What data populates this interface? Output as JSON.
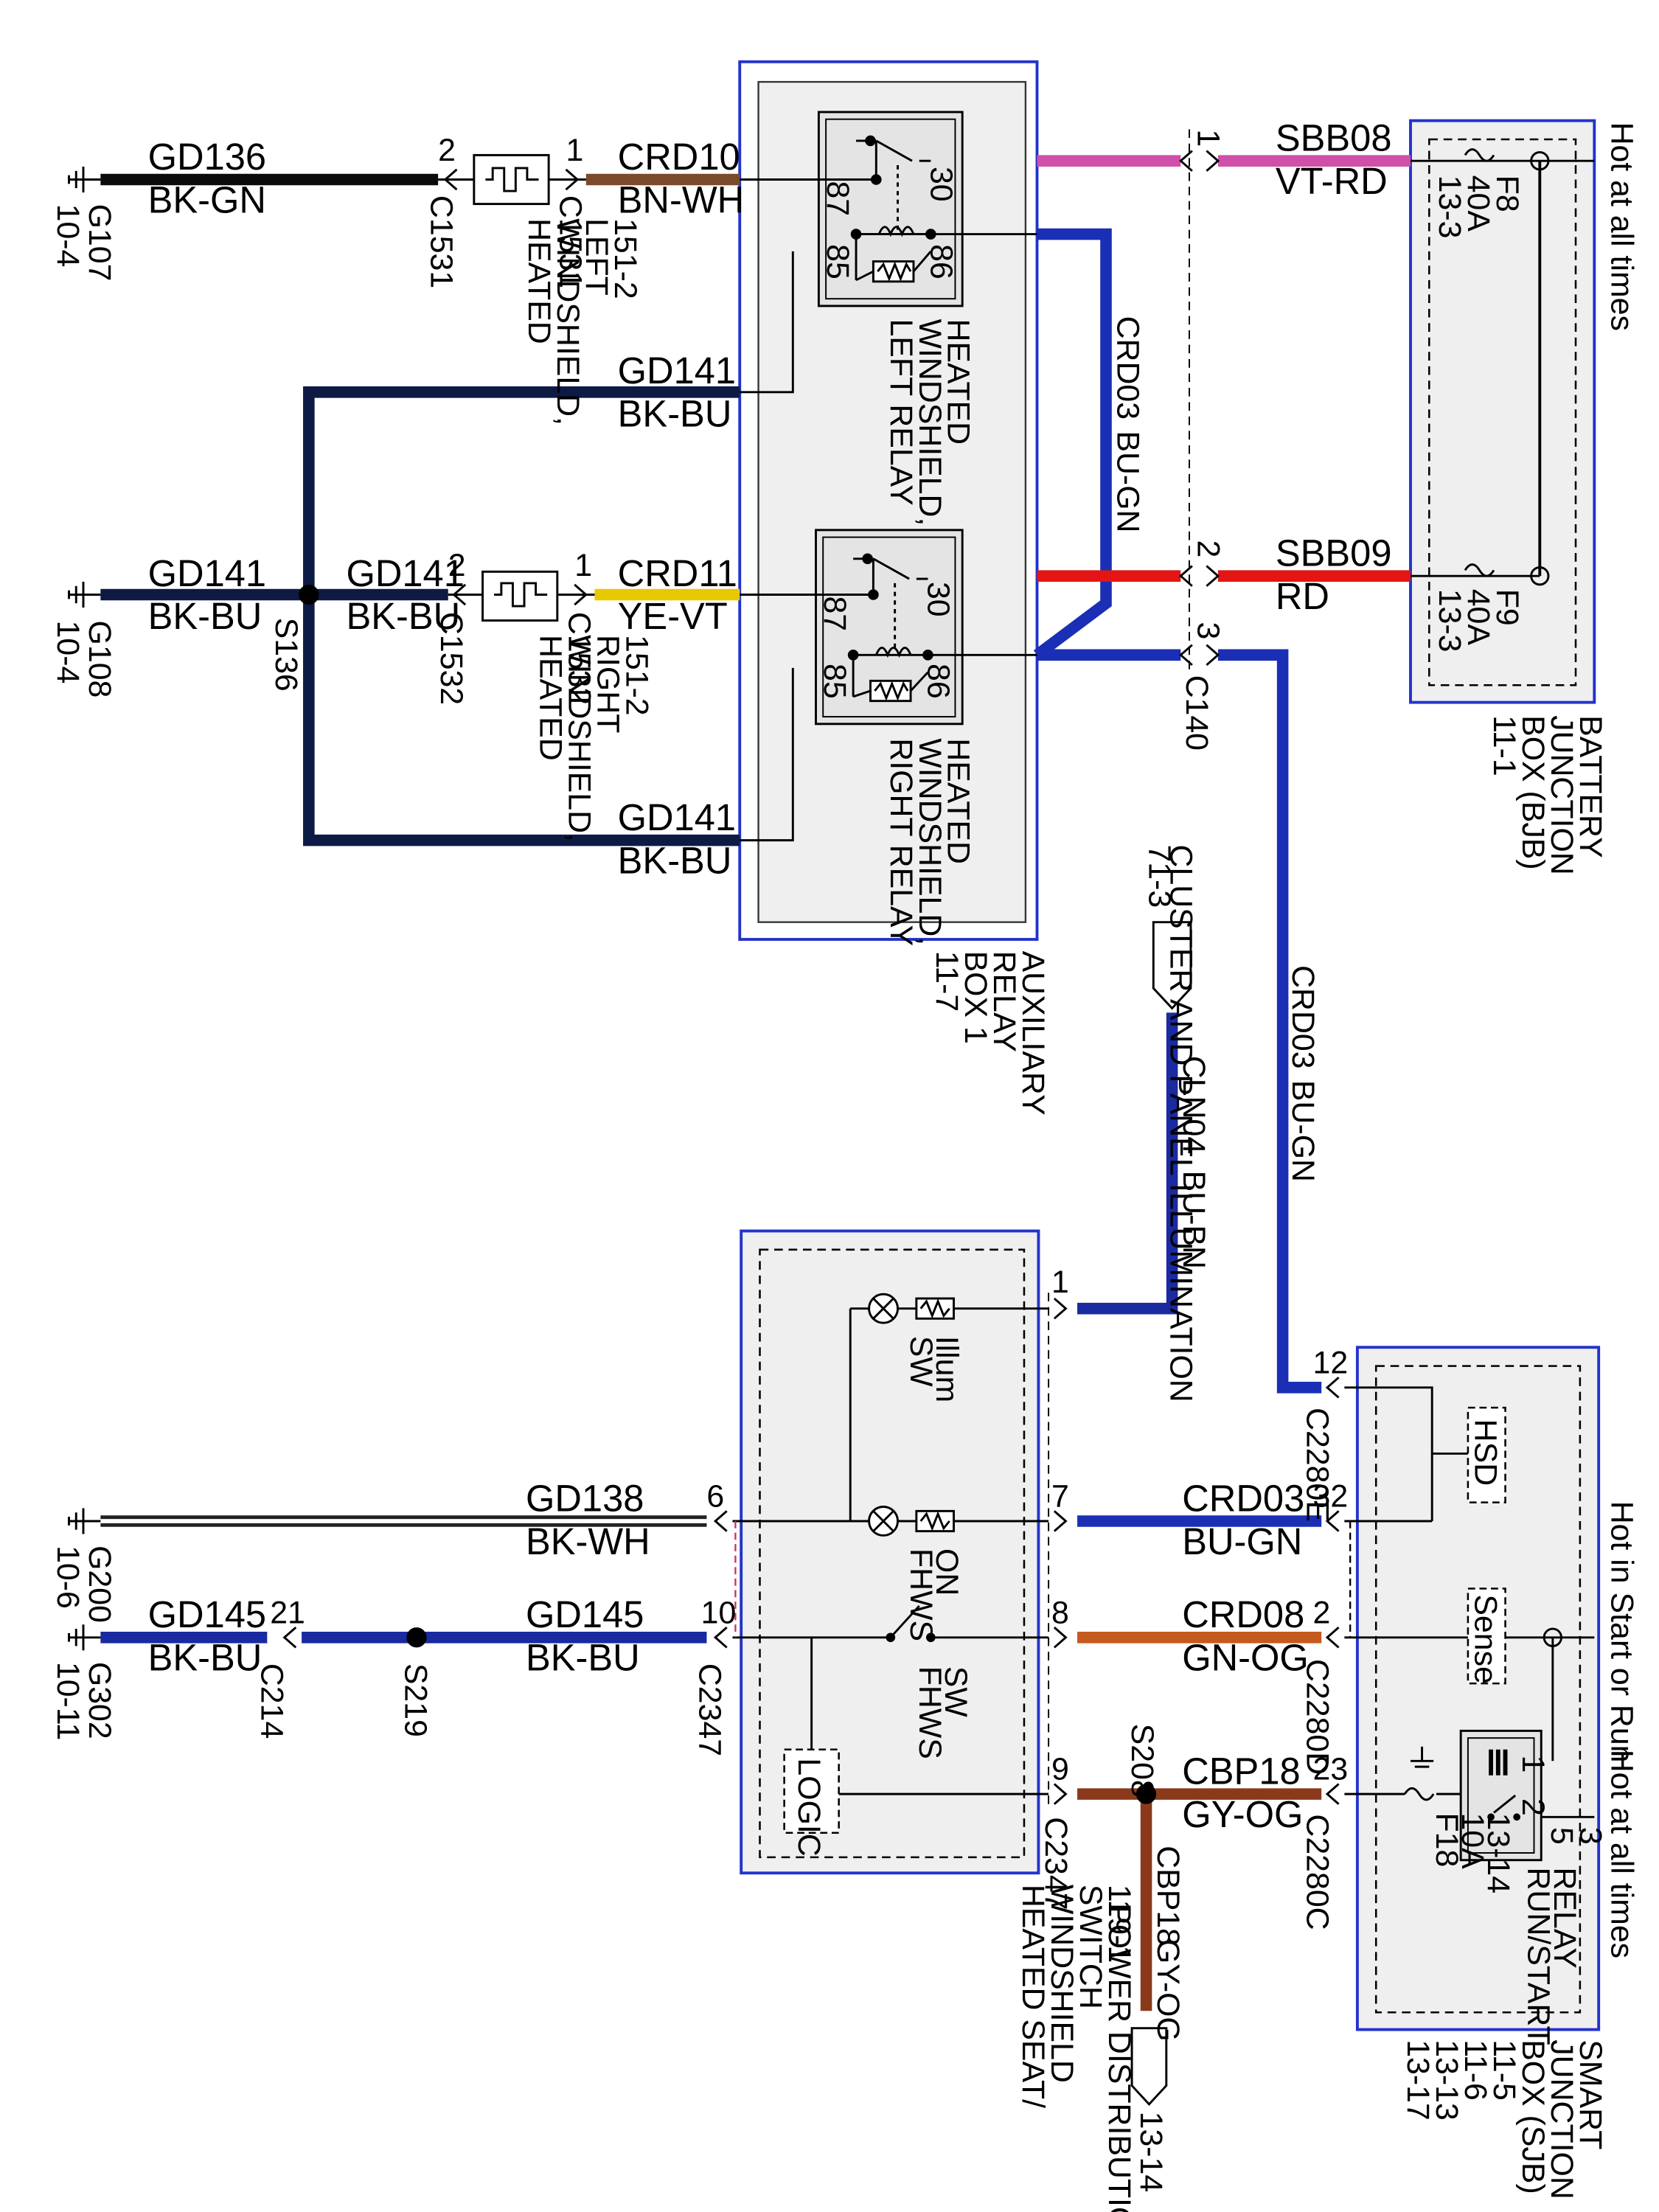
{
  "colors": {
    "BK-GN": "#0b0b0b",
    "BN-WH": "#7b4a2a",
    "BK-BU": "#0d1a44",
    "YE-VT": "#e8c800",
    "VT-RD": "#d04fa8",
    "RD": "#e31515",
    "BU-GN": "#1a2fb5",
    "BU-BN": "#1a2aa0",
    "BK-WH": "#222222",
    "GN-OG": "#c45a1e",
    "GY-OG": "#8a3a1a",
    "box_border": "#2233cc",
    "box_fill": "#efefef"
  },
  "modules": {
    "aux_relay_box": [
      "AUXILIARY",
      "RELAY",
      "BOX 1",
      "11-7"
    ],
    "left_relay": [
      "HEATED",
      "WINDSHIELD,",
      "LEFT RELAY"
    ],
    "right_relay": [
      "HEATED",
      "WINDSHIELD,",
      "RIGHT RELAY"
    ],
    "bjb": [
      "BATTERY",
      "JUNCTION",
      "BOX (BJB)",
      "11-1"
    ],
    "sjb": [
      "SMART",
      "JUNCTION",
      "BOX (SJB)",
      "11-5",
      "11-6",
      "13-13",
      "13-17"
    ],
    "switch": [
      "HEATED SEAT/",
      "WINDSHIELD",
      "SWITCH",
      "119-1"
    ],
    "ws_left": [
      "HEATED",
      "WINDSHIELD,",
      "LEFT",
      "151-2"
    ],
    "ws_right": [
      "HEATED",
      "WINDSHIELD,",
      "RIGHT",
      "151-2"
    ],
    "run_start_relay": [
      "RUN/START",
      "RELAY"
    ]
  },
  "notes": {
    "hot_all_times_1": "Hot at all times",
    "hot_start_run": "Hot in Start or Run",
    "hot_all_times_2": "Hot at all times",
    "cluster": [
      "CLUSTER AND PANEL ILLUMINATION",
      "71-3"
    ],
    "power_dist": [
      "POWER DISTRIBUTION/SJB",
      "13-14"
    ]
  },
  "grounds": {
    "g107": [
      "G107",
      "10-4"
    ],
    "g108": [
      "G108",
      "10-4"
    ],
    "g200": [
      "G200",
      "10-6"
    ],
    "g302": [
      "G302",
      "10-11"
    ]
  },
  "wires": {
    "gd136": {
      "circuit": "GD136",
      "color": "BK-GN"
    },
    "crd10": {
      "circuit": "CRD10",
      "color": "BN-WH"
    },
    "gd141_top": {
      "circuit": "GD141",
      "color": "BK-BU"
    },
    "gd141_left": {
      "circuit": "GD141",
      "color": "BK-BU"
    },
    "gd141_mid": {
      "circuit": "GD141",
      "color": "BK-BU"
    },
    "crd11": {
      "circuit": "CRD11",
      "color": "YE-VT"
    },
    "gd141_bottom": {
      "circuit": "GD141",
      "color": "BK-BU"
    },
    "sbb08": {
      "circuit": "SBB08",
      "color": "VT-RD"
    },
    "sbb09": {
      "circuit": "SBB09",
      "color": "RD"
    },
    "crd03_a": {
      "circuit": "CRD03",
      "color": "BU-GN"
    },
    "crd03_b": {
      "circuit": "CRD03",
      "color": "BU-GN"
    },
    "cln04": {
      "circuit": "CLN04",
      "color": "BU-BN"
    },
    "gd138": {
      "circuit": "GD138",
      "color": "BK-WH"
    },
    "crd03_c": {
      "circuit": "CRD03",
      "color": "BU-GN"
    },
    "gd145_l": {
      "circuit": "GD145",
      "color": "BK-BU"
    },
    "gd145_r": {
      "circuit": "GD145",
      "color": "BK-BU"
    },
    "crd08": {
      "circuit": "CRD08",
      "color": "GN-OG"
    },
    "cbp18_h": {
      "circuit": "CBP18",
      "color": "GY-OG"
    },
    "cbp18_v": {
      "circuit": "CBP18",
      "color": "GY-OG"
    }
  },
  "connectors": {
    "c1531a": "C1531",
    "c1531b": "C1531",
    "c1532a": "C1532",
    "c1532b": "C1532",
    "c140": "C140",
    "c2280e": "C2280E",
    "c2280d": "C2280D",
    "c2280c": "C2280C",
    "c2347a": "C2347",
    "c2347b": "C2347",
    "c214": "C214"
  },
  "splices": {
    "s136": "S136",
    "s219": "S219",
    "s208": "S208"
  },
  "pins": {
    "p1531_2": "2",
    "p1531_1": "1",
    "p1532_2": "2",
    "p1532_1": "1",
    "p140_1": "1",
    "p140_2": "2",
    "p140_3": "3",
    "sw_1": "1",
    "sw_7": "7",
    "sw_8": "8",
    "sw_9": "9",
    "sw_6": "6",
    "sw_10": "10",
    "sjb_12": "12",
    "sjb_32": "32",
    "sjb_2": "2",
    "sjb_23": "23",
    "c214_21": "21",
    "r_30a": "30",
    "r_87a": "87",
    "r_85a": "85",
    "r_86a": "86",
    "r_30b": "30",
    "r_87b": "87",
    "r_85b": "85",
    "r_86b": "86",
    "rs_1": "1",
    "rs_2": "2",
    "rs_3": "3",
    "rs_5": "5"
  },
  "fuses": {
    "f8": [
      "F8",
      "40A",
      "13-3"
    ],
    "f9": [
      "F9",
      "40A",
      "13-3"
    ],
    "f18": [
      "F18",
      "10A",
      "13-14"
    ]
  },
  "internal": {
    "hsd": "HSD",
    "sense": "Sense",
    "logic": "LOGIC",
    "sw_illum": [
      "SW",
      "Illum"
    ],
    "fhws_on": [
      "FHWS",
      "ON"
    ],
    "fhws_sw": [
      "FHWS",
      "SW"
    ]
  }
}
